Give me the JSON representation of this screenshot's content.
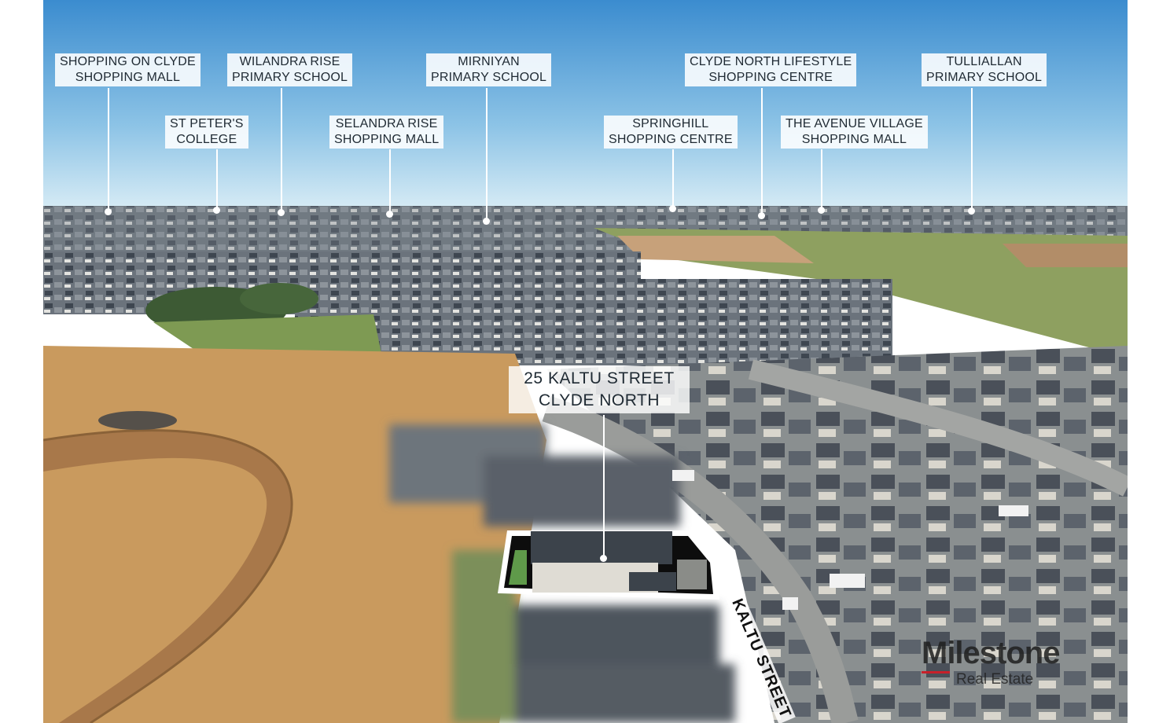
{
  "photo": {
    "subject": "aerial-suburb",
    "colors": {
      "sky_top": "#3f8fd0",
      "sky_bottom": "#cfe6f2",
      "dirt": "#c99a5e",
      "roof": "#4a5059",
      "grass": "#7b9a4e"
    }
  },
  "landmarks": [
    {
      "line1": "SHOPPING ON CLYDE",
      "line2": "SHOPPING MALL"
    },
    {
      "line1": "WILANDRA RISE",
      "line2": "PRIMARY SCHOOL"
    },
    {
      "line1": "MIRNIYAN",
      "line2": "PRIMARY SCHOOL"
    },
    {
      "line1": "CLYDE NORTH LIFESTYLE",
      "line2": "SHOPPING CENTRE"
    },
    {
      "line1": "TULLIALLAN",
      "line2": "PRIMARY SCHOOL"
    },
    {
      "line1": "ST PETER'S",
      "line2": "COLLEGE"
    },
    {
      "line1": "SELANDRA RISE",
      "line2": "SHOPPING MALL"
    },
    {
      "line1": "SPRINGHILL",
      "line2": "SHOPPING CENTRE"
    },
    {
      "line1": "THE AVENUE VILLAGE",
      "line2": "SHOPPING MALL"
    }
  ],
  "property": {
    "line1": "25 KALTU STREET",
    "line2": "CLYDE NORTH"
  },
  "street_label": "KALTU STREET",
  "brand": {
    "name": "Milestone",
    "tagline": "Real Estate",
    "accent": "#c8202a"
  }
}
